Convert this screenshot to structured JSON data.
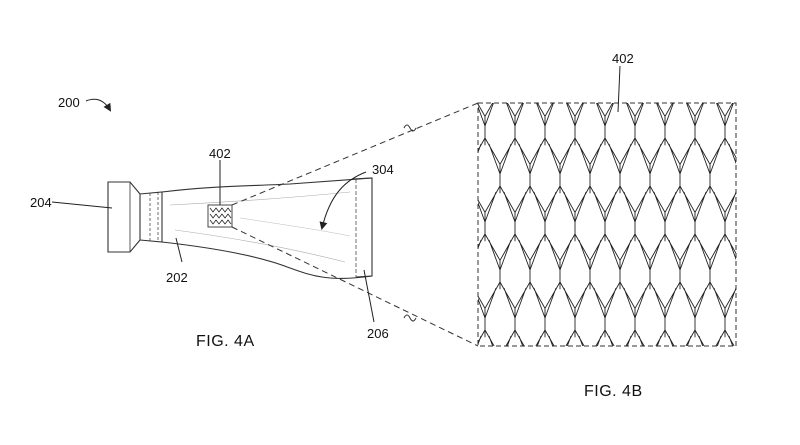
{
  "labels": {
    "ref_200": "200",
    "ref_204": "204",
    "ref_402_a": "402",
    "ref_304": "304",
    "ref_202": "202",
    "ref_206": "206",
    "ref_402_b": "402"
  },
  "captions": {
    "fig_4a": "FIG. 4A",
    "fig_4b": "FIG. 4B"
  }
}
